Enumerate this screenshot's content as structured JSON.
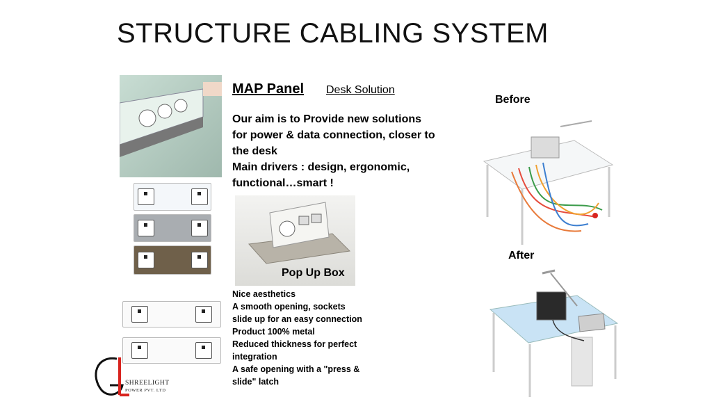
{
  "slide": {
    "title": "STRUCTURE CABLING SYSTEM",
    "map_panel": "MAP Panel",
    "desk_solution": "Desk Solution",
    "intro_lines": [
      "Our aim is to Provide new solutions",
      "for power & data connection, closer to",
      "the desk",
      "Main drivers : design, ergonomic,",
      "functional…smart !"
    ],
    "before": "Before",
    "after": "After",
    "popup_box": "Pop Up Box",
    "features": [
      "Nice aesthetics",
      "A smooth opening, sockets",
      "slide up for an easy connection",
      "Product 100% metal",
      "Reduced thickness for perfect",
      "integration",
      "A safe opening with a \"press &",
      "slide\" latch"
    ]
  },
  "logo": {
    "name": "SHREELIGHT",
    "tagline": "POWER PVT. LTD"
  },
  "colors": {
    "accent": "#d8241f",
    "glass": "#c9e3f5"
  }
}
